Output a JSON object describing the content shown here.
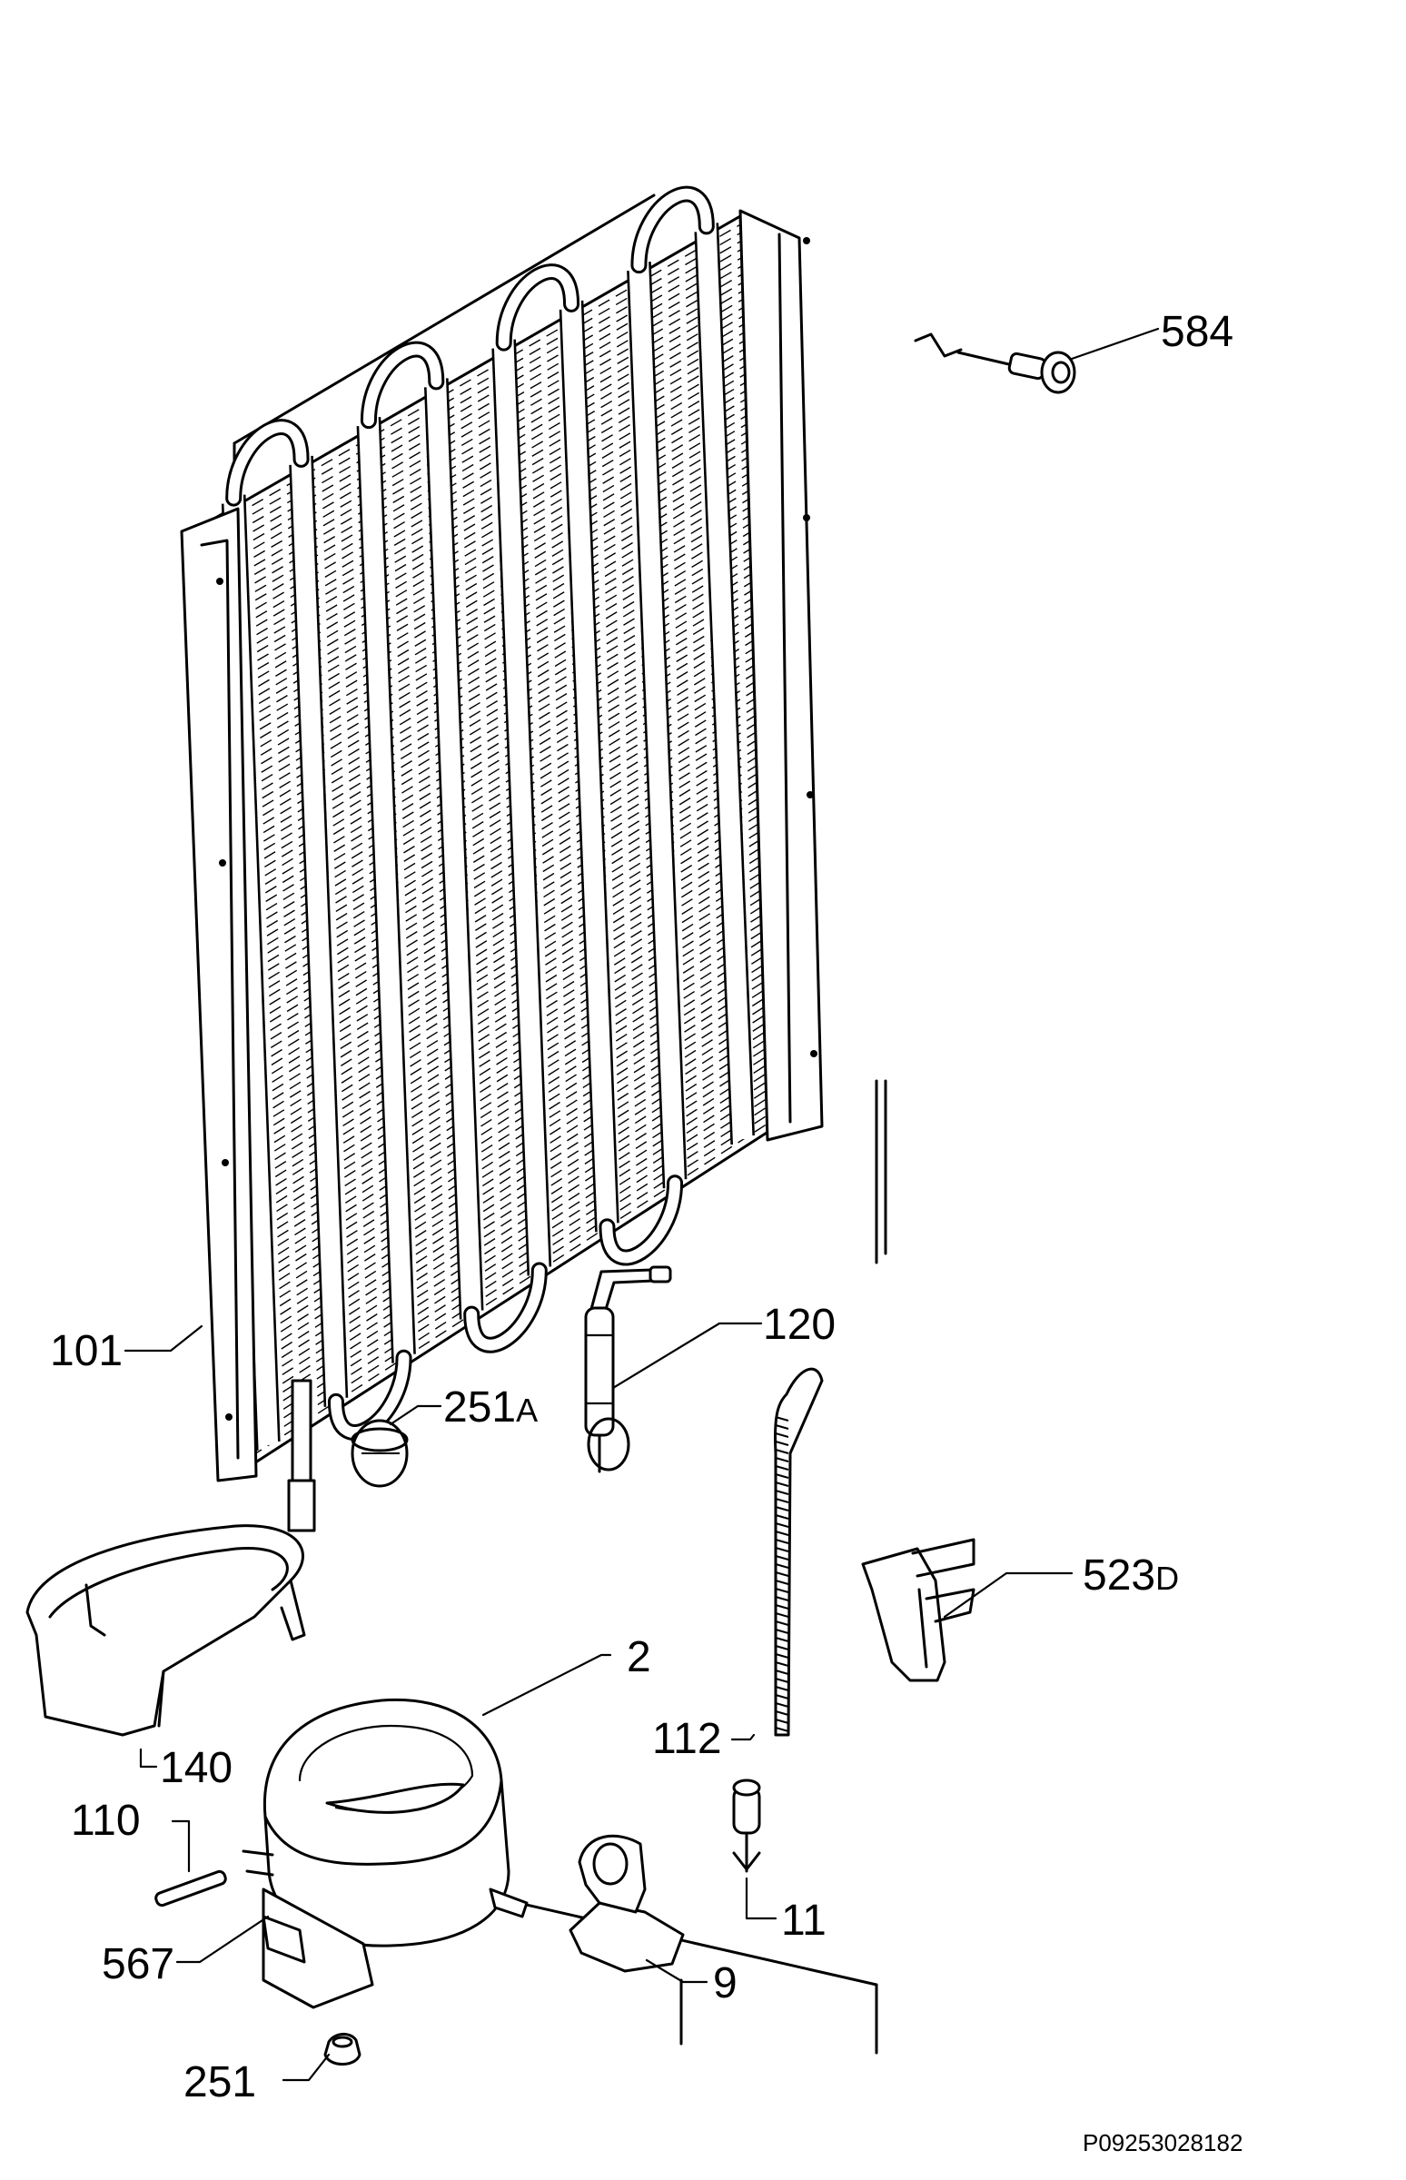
{
  "diagram": {
    "parts": [
      {
        "id": "584",
        "label": "584",
        "sub": ""
      },
      {
        "id": "101",
        "label": "101",
        "sub": ""
      },
      {
        "id": "120",
        "label": "120",
        "sub": ""
      },
      {
        "id": "251a",
        "label": "251",
        "sub": "A"
      },
      {
        "id": "523d",
        "label": "523",
        "sub": "D"
      },
      {
        "id": "2",
        "label": "2",
        "sub": ""
      },
      {
        "id": "140",
        "label": "140",
        "sub": ""
      },
      {
        "id": "112",
        "label": "112",
        "sub": ""
      },
      {
        "id": "110",
        "label": "110",
        "sub": ""
      },
      {
        "id": "11",
        "label": "11",
        "sub": ""
      },
      {
        "id": "567",
        "label": "567",
        "sub": ""
      },
      {
        "id": "9",
        "label": "9",
        "sub": ""
      },
      {
        "id": "251",
        "label": "251",
        "sub": ""
      }
    ],
    "drawing_code": "P09253028182"
  }
}
